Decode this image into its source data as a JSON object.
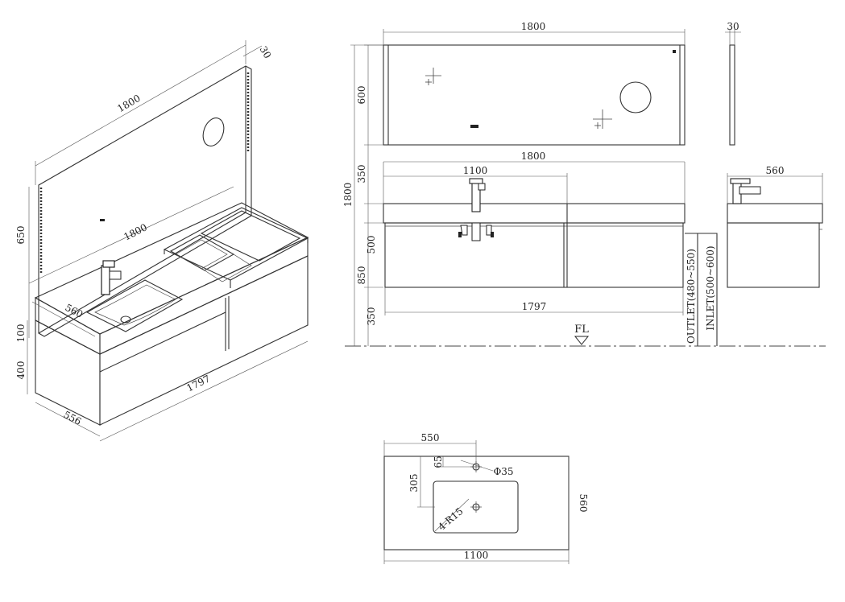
{
  "isometric": {
    "mirror_width": "1800",
    "mirror_depth": "30",
    "mirror_height": "650",
    "counter_width": "1800",
    "counter_depth": "560",
    "top_thickness": "100",
    "cabinet_height": "400",
    "cabinet_depth": "556",
    "cabinet_width": "1797"
  },
  "front_view": {
    "mirror_width": "1800",
    "mirror_height": "600",
    "counter_width": "1800",
    "basin_section": "1100",
    "gap_height": "350",
    "total_height": "1800",
    "cabinet_height": "500",
    "vanity_height": "850",
    "floor_clearance": "350",
    "cabinet_width": "1797",
    "outlet_label": "OUTLET(480~550)",
    "inlet_label": "INLET(500~600)",
    "floor_label": "FL"
  },
  "side_view": {
    "mirror_depth": "30",
    "counter_depth": "560"
  },
  "top_view": {
    "tap_offset": "550",
    "tap_to_edge": "65",
    "tap_hole": "Φ35",
    "basin_offset": "305",
    "corner_radius": "4-R15",
    "depth": "560",
    "width": "1100"
  }
}
